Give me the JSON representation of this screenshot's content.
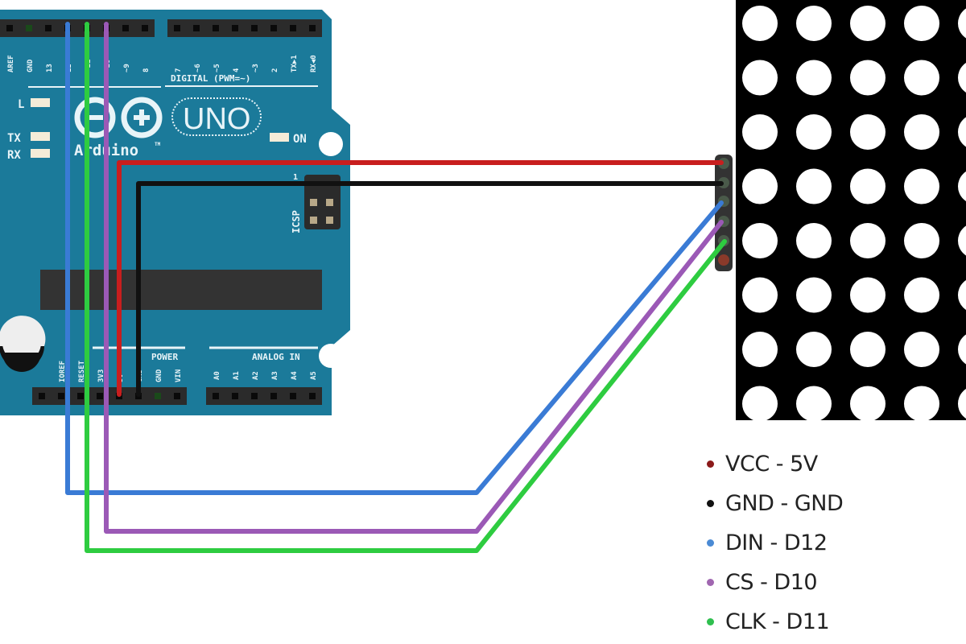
{
  "board": {
    "brand": "Arduino",
    "trademark": "TM",
    "model": "UNO",
    "top_header_labels": [
      "AREF",
      "GND",
      "13",
      "12",
      "~11",
      "~10",
      "~9",
      "8",
      "7",
      "~6",
      "~5",
      "4",
      "~3",
      "2",
      "TX▶1",
      "RX◀0"
    ],
    "digital_label": "DIGITAL (PWM=~)",
    "led_labels": {
      "l": "L",
      "tx": "TX",
      "rx": "RX",
      "on": "ON"
    },
    "icsp_label": "ICSP",
    "icsp_pin1": "1",
    "power_header_labels": [
      "IOREF",
      "RESET",
      "3V3",
      "5V",
      "GND",
      "GND",
      "VIN"
    ],
    "power_label": "POWER",
    "analog_label": "ANALOG IN",
    "analog_header_labels": [
      "A0",
      "A1",
      "A2",
      "A3",
      "A4",
      "A5"
    ],
    "colors": {
      "pcb": "#1b7a9a",
      "header": "#2b2b2b",
      "silk": "#e8f4f8"
    }
  },
  "matrix": {
    "rows": 8,
    "cols": 8,
    "colors": {
      "body": "#000000",
      "led": "#ffffff"
    },
    "pins": [
      "VCC",
      "GND",
      "DIN",
      "CS",
      "CLK"
    ]
  },
  "wires": [
    {
      "signal": "VCC",
      "from": "5V",
      "to": "VCC",
      "color": "#c81e1e"
    },
    {
      "signal": "GND",
      "from": "GND",
      "to": "GND",
      "color": "#111111"
    },
    {
      "signal": "DIN",
      "from": "D12",
      "to": "DIN",
      "color": "#3a7bd5"
    },
    {
      "signal": "CS",
      "from": "D10",
      "to": "CS",
      "color": "#9b59b6"
    },
    {
      "signal": "CLK",
      "from": "D11",
      "to": "CLK",
      "color": "#2ecc40"
    }
  ],
  "legend": [
    {
      "text": "VCC  -  5V",
      "color": "#8b1a1a"
    },
    {
      "text": "GND  -  GND",
      "color": "#111111"
    },
    {
      "text": "DIN  -  D12",
      "color": "#4a8ad4"
    },
    {
      "text": "CS  -  D10",
      "color": "#a066b0"
    },
    {
      "text": "CLK  -  D11",
      "color": "#2fbf4f"
    }
  ]
}
